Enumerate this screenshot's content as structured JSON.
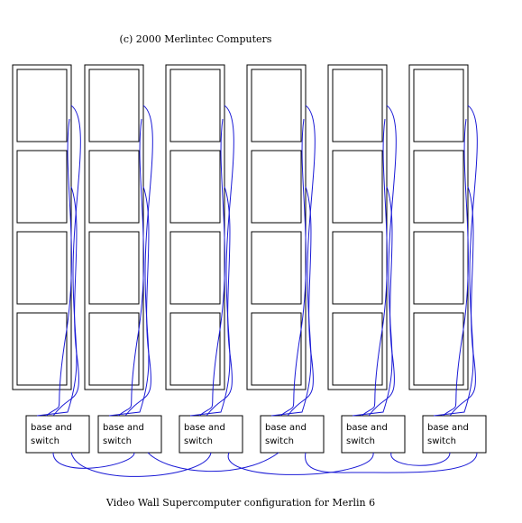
{
  "diagram": {
    "copyright": "(c) 2000 Merlintec Computers",
    "caption": "Video Wall Supercomputer configuration for Merlin 6",
    "rows_per_column": 4,
    "columns": [
      {
        "label_line1": "base and",
        "label_line2": "switch"
      },
      {
        "label_line1": "base and",
        "label_line2": "switch"
      },
      {
        "label_line1": "base and",
        "label_line2": "switch"
      },
      {
        "label_line1": "base and",
        "label_line2": "switch"
      },
      {
        "label_line1": "base and",
        "label_line2": "switch"
      },
      {
        "label_line1": "base and",
        "label_line2": "switch"
      }
    ],
    "colors": {
      "frame": "#000000",
      "wire": "#1a1ad6",
      "background": "#ffffff"
    }
  }
}
